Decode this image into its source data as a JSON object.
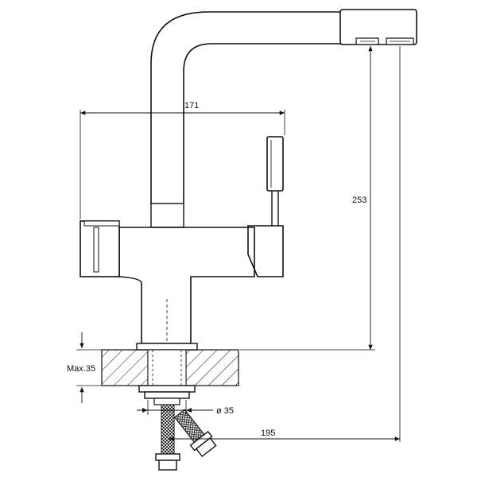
{
  "dimensions": {
    "width_label": "171",
    "height_label": "253",
    "reach_label": "195",
    "deck_thickness_label": "Max.35",
    "hole_diameter_label": "ø 35"
  }
}
